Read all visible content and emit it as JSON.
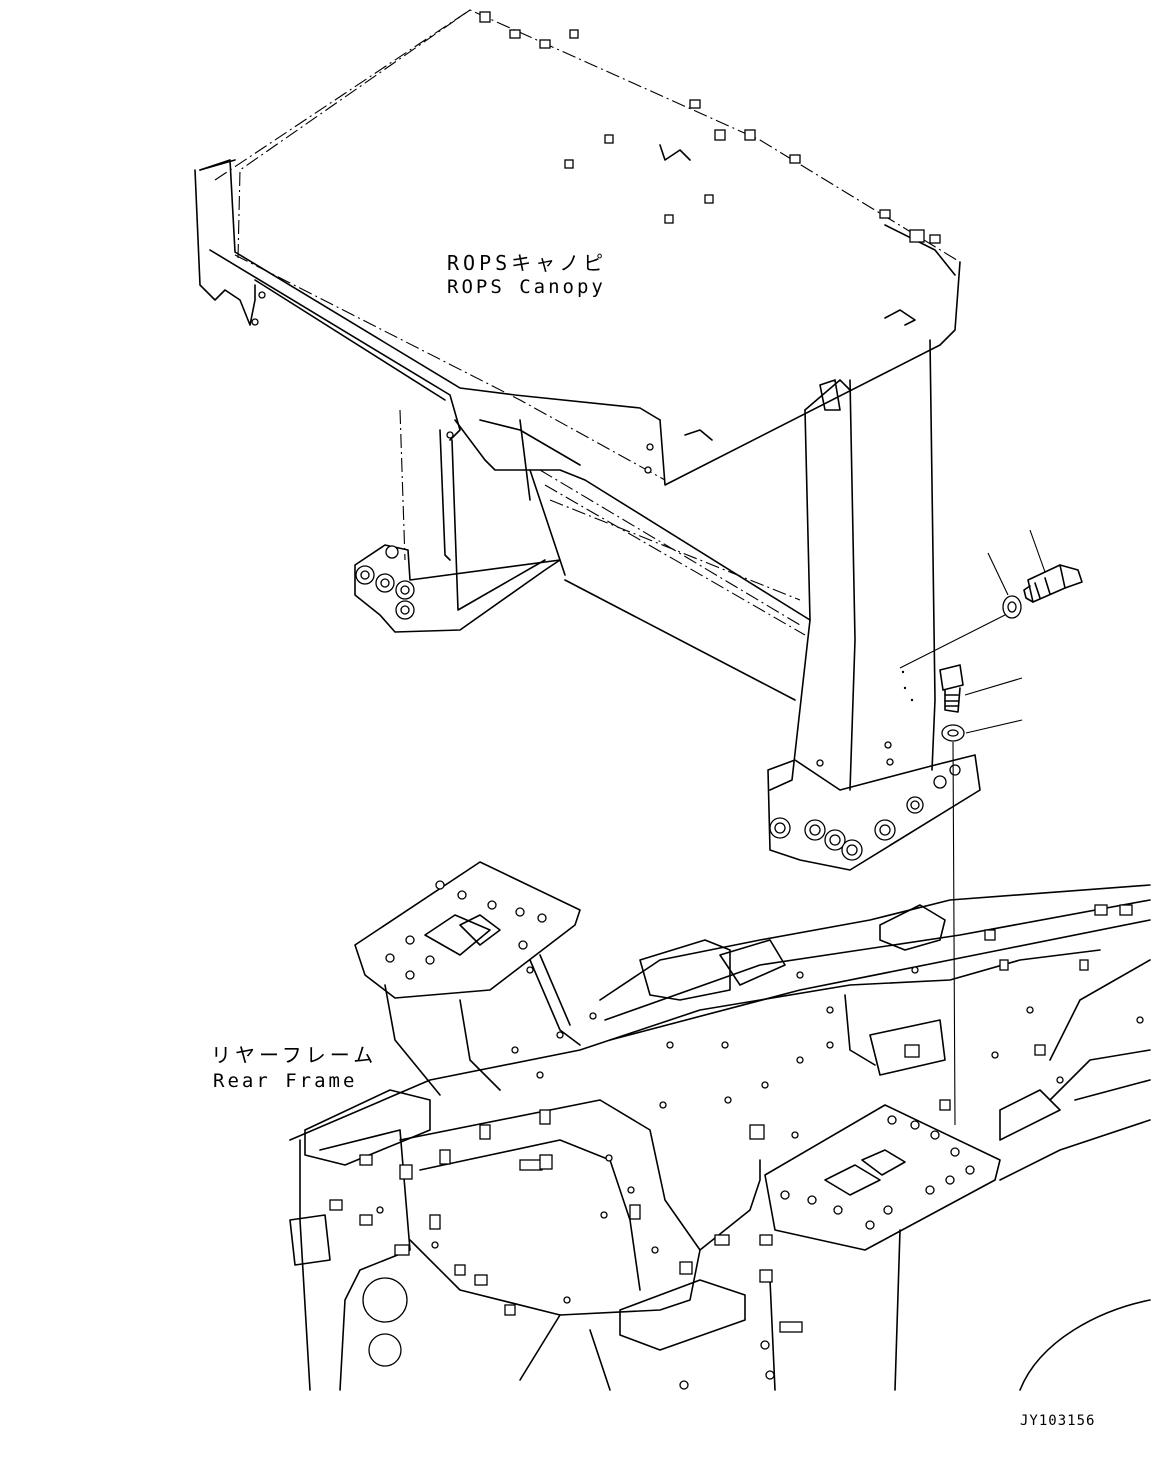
{
  "labels": {
    "canopy_jp": "ROPSキャノピ",
    "canopy_en": "ROPS Canopy",
    "frame_jp": "リヤーフレーム",
    "frame_en": "Rear Frame",
    "drawing_id": "JY103156"
  },
  "parts": [
    {
      "name": "bolt-upper",
      "type": "bolt"
    },
    {
      "name": "washer-upper",
      "type": "washer"
    },
    {
      "name": "bolt-lower",
      "type": "bolt"
    },
    {
      "name": "washer-lower",
      "type": "washer"
    }
  ]
}
